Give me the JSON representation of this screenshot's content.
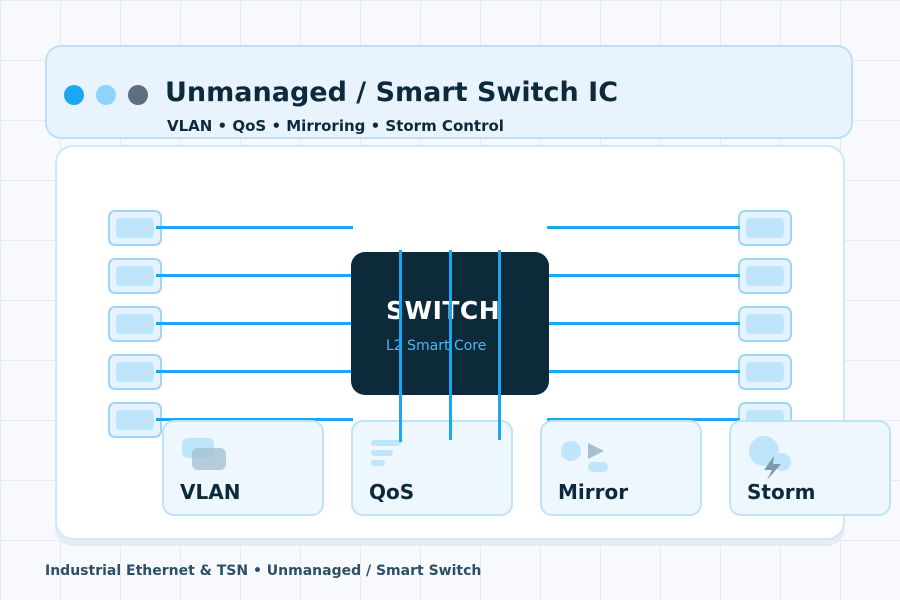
{
  "header": {
    "title": "Unmanaged / Smart Switch IC",
    "subtitle": "VLAN • QoS • Mirroring • Storm Control"
  },
  "chip": {
    "title": "SWITCH",
    "subtitle": "L2 Smart Core"
  },
  "ports": {
    "left_count": 5,
    "right_count": 5
  },
  "features": [
    {
      "label": "VLAN",
      "icon": "vlan-icon"
    },
    {
      "label": "QoS",
      "icon": "qos-bars-icon"
    },
    {
      "label": "Mirror",
      "icon": "mirror-icon"
    },
    {
      "label": "Storm",
      "icon": "storm-lightning-icon"
    }
  ],
  "footer": "Industrial Ethernet & TSN • Unmanaged / Smart Switch",
  "colors": {
    "accent": "#1ba7f3",
    "chip": "#0d2a3b",
    "port_fill": "#bfe5fb",
    "panel": "#e8f3fd"
  }
}
